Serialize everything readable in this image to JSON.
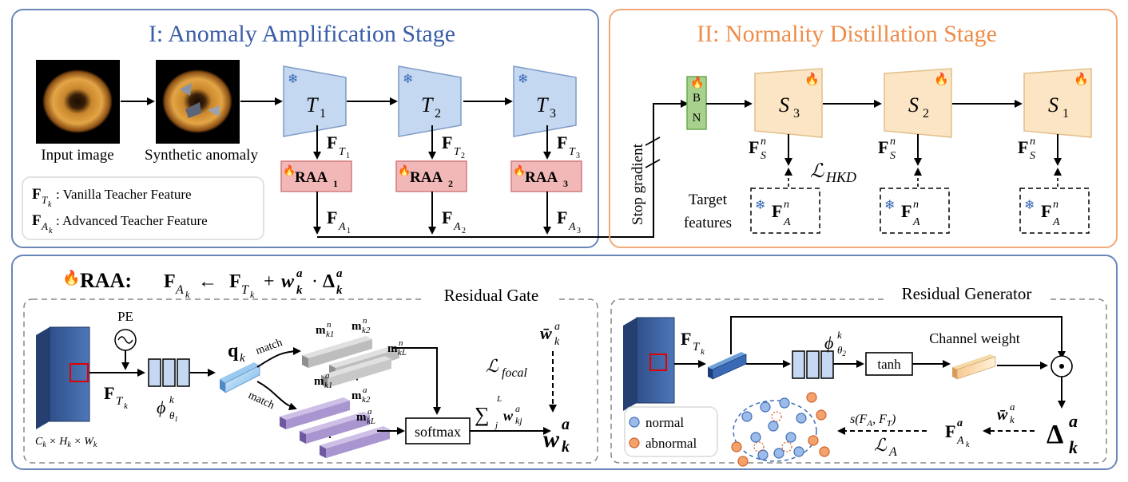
{
  "stage1": {
    "title": "I: Anomaly Amplification Stage",
    "input_label": "Input image",
    "synthetic_label": "Synthetic anomaly",
    "teachers": [
      "T",
      "T",
      "T"
    ],
    "teacher_subs": [
      "1",
      "2",
      "3"
    ],
    "raa_blocks": [
      "RAA",
      "RAA",
      "RAA"
    ],
    "raa_subs": [
      "1",
      "2",
      "3"
    ],
    "f_t_subs": [
      "1",
      "2",
      "3"
    ],
    "f_a_subs": [
      "1",
      "2",
      "3"
    ],
    "legend_vanilla": ": Vanilla Teacher Feature",
    "legend_advanced": ": Advanced Teacher Feature"
  },
  "stage2": {
    "title": "II: Normality Distillation Stage",
    "stop_gradient": "Stop gradient",
    "bn": [
      "B",
      "N"
    ],
    "students": [
      "S",
      "S",
      "S"
    ],
    "student_subs": [
      "3",
      "2",
      "1"
    ],
    "target_label": [
      "Target",
      "features"
    ],
    "loss_hkd": "HKD"
  },
  "raa": {
    "header": "RAA:",
    "residual_gate": "Residual Gate",
    "pe": "PE",
    "dims": "C × H × W",
    "q_label": "q",
    "match": "match",
    "softmax": "softmax",
    "loss_focal": "focal",
    "sum_top": "L",
    "sum_bottom": "j"
  },
  "generator": {
    "title": "Residual Generator",
    "channel_weight": "Channel weight",
    "tanh": "tanh",
    "legend_normal": "normal",
    "legend_abnormal": "abnormal"
  },
  "colors": {
    "stage1_border": "#6a86b8",
    "stage2_border": "#f0a878",
    "teacher_fill": "#c5d8f1",
    "raa_fill": "#f2b8b8",
    "student_fill": "#fbe5c4",
    "bn_fill": "#a9d18e",
    "gray_feature": "#bdbdbd",
    "purple_feature": "#a995cf"
  }
}
